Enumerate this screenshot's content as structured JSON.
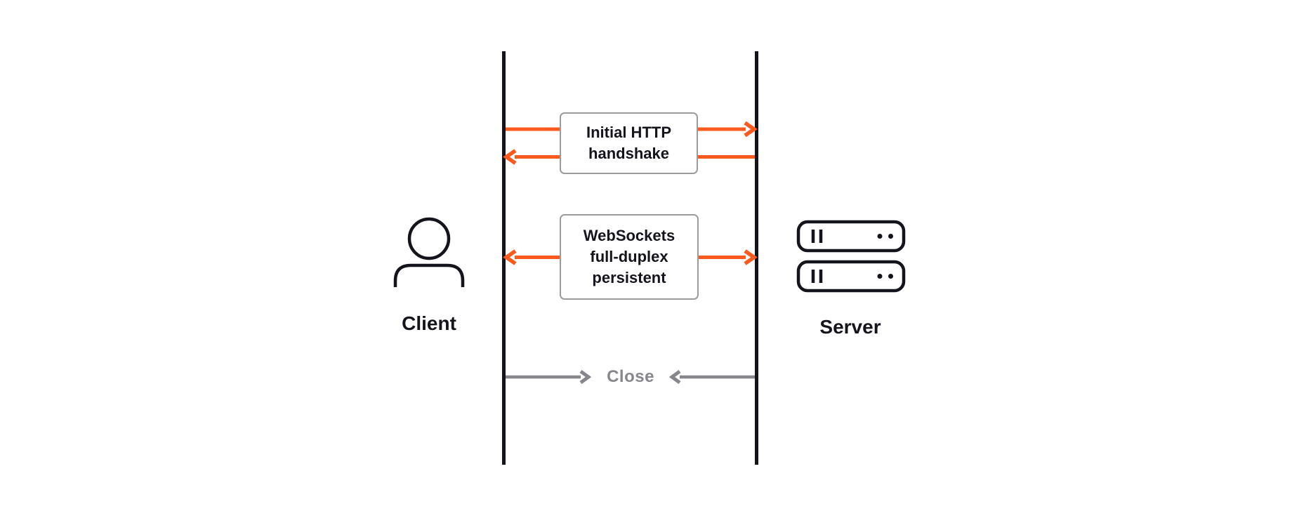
{
  "diagram": {
    "kind": "sequence-diagram",
    "topic": "WebSockets communication",
    "actors": {
      "client": {
        "label": "Client",
        "icon": "person-icon"
      },
      "server": {
        "label": "Server",
        "icon": "server-rack-icon"
      }
    },
    "messages": [
      {
        "name": "initial-http-handshake",
        "lines": [
          "Initial HTTP",
          "handshake"
        ],
        "arrows": [
          "client-to-server",
          "server-to-client"
        ],
        "color": "#fa5a1e"
      },
      {
        "name": "websockets-channel",
        "lines": [
          "WebSockets",
          "full-duplex",
          "persistent"
        ],
        "arrows": [
          "bidirectional"
        ],
        "color": "#fa5a1e"
      },
      {
        "name": "close",
        "lines": [
          "Close"
        ],
        "arrows": [
          "client-inward",
          "server-inward"
        ],
        "color": "#86868c"
      }
    ],
    "colors": {
      "accent_orange": "#fa5a1e",
      "muted_gray": "#86868c",
      "ink": "#14141c",
      "box_border": "#9b9b9b",
      "background": "#ffffff"
    }
  }
}
